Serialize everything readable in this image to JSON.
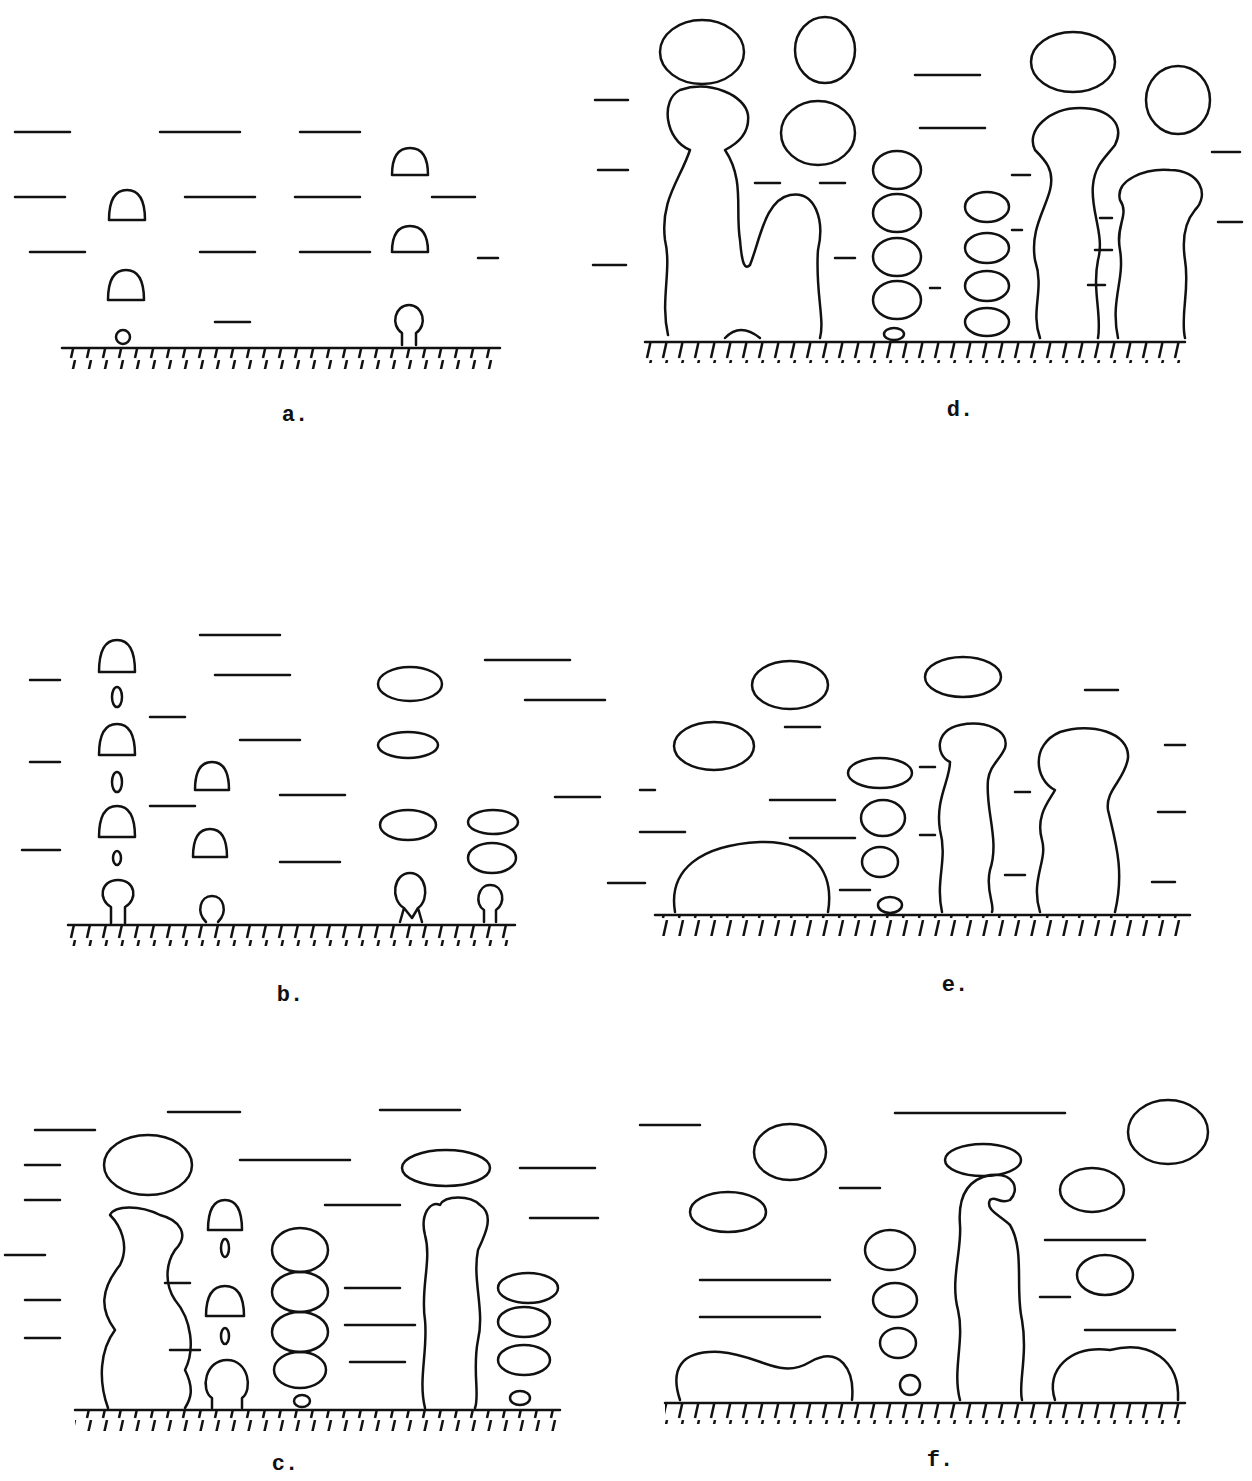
{
  "diagram": {
    "labels": [
      "a.",
      "b.",
      "c.",
      "d.",
      "e.",
      "f."
    ]
  }
}
